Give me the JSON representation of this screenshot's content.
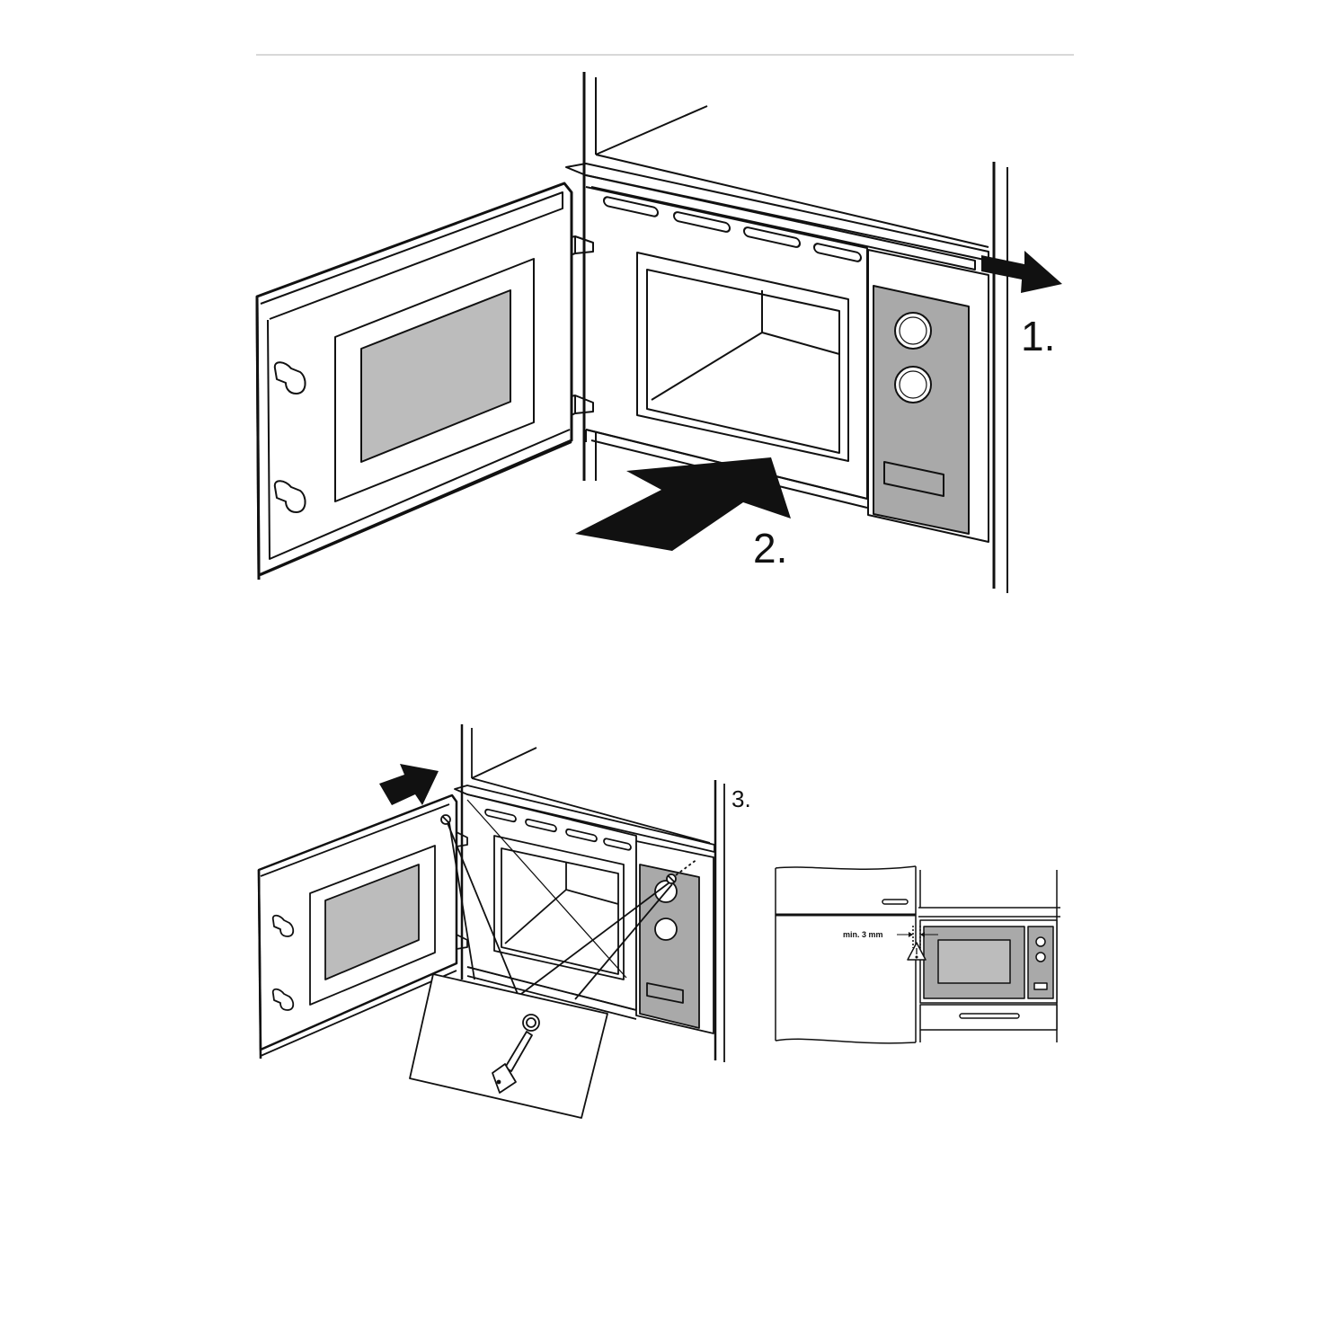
{
  "steps": {
    "step1_label": "1.",
    "step2_label": "2.",
    "step3_label": "3."
  },
  "clearance": {
    "label": "min. 3 mm"
  },
  "icons": {
    "arrow_pull": "arrow-right-icon",
    "arrow_push": "arrow-in-icon",
    "arrow_tilt": "arrow-diagonal-icon",
    "warning": "warning-triangle-icon",
    "screwdriver": "screwdriver-icon",
    "knob": "knob-icon"
  },
  "colors": {
    "line": "#111111",
    "panel_fill": "#a9a9a9",
    "window_fill": "#bcbcbc",
    "divider": "#cccccc"
  }
}
